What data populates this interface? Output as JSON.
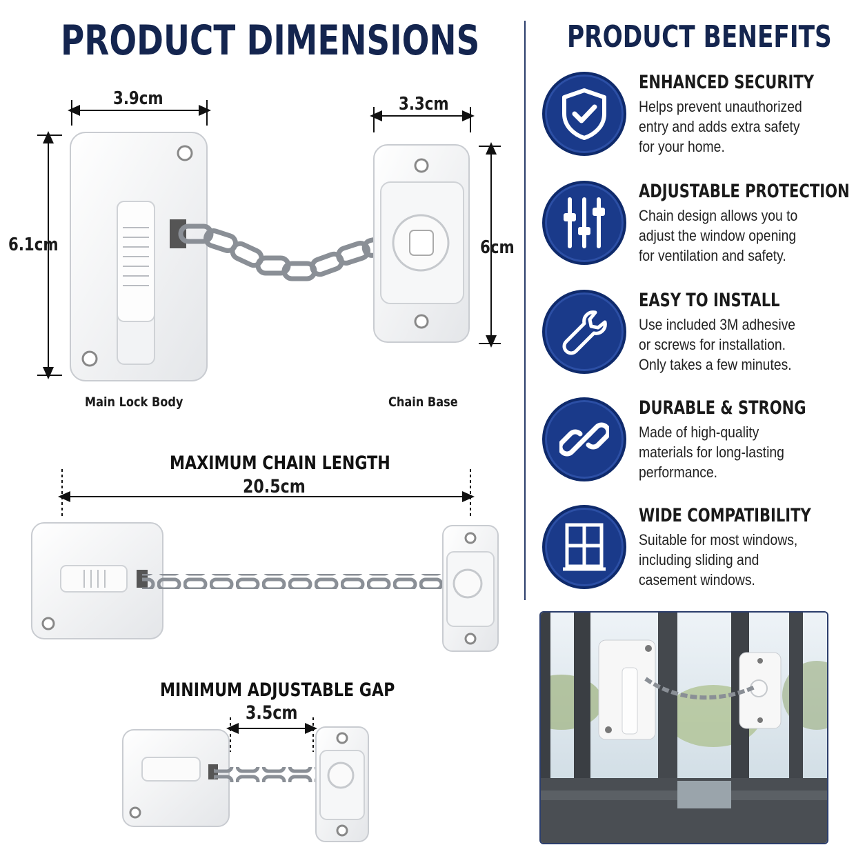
{
  "dimensions": {
    "title": "PRODUCT DIMENSIONS",
    "main_lock_width": "3.9cm",
    "main_lock_height": "6.1cm",
    "chain_base_width": "3.3cm",
    "chain_base_height": "6cm",
    "main_lock_caption": "Main Lock Body",
    "chain_base_caption": "Chain Base",
    "max_chain_label": "MAXIMUM CHAIN LENGTH",
    "max_chain_value": "20.5cm",
    "min_gap_label": "MINIMUM ADJUSTABLE GAP",
    "min_gap_value": "3.5cm"
  },
  "benefits": {
    "title": "PRODUCT BENEFITS",
    "items": [
      {
        "icon": "shield-check-icon",
        "title": "ENHANCED SECURITY",
        "lines": [
          "Helps prevent unauthorized",
          "entry and adds extra safety",
          "for your home."
        ]
      },
      {
        "icon": "sliders-icon",
        "title": "ADJUSTABLE PROTECTION",
        "lines": [
          "Chain design allows you to",
          "adjust the window opening",
          "for ventilation and safety."
        ]
      },
      {
        "icon": "wrench-icon",
        "title": "EASY TO INSTALL",
        "lines": [
          "Use included 3M adhesive",
          "or screws for installation.",
          "Only takes a few minutes."
        ]
      },
      {
        "icon": "chain-link-icon",
        "title": "DURABLE & STRONG",
        "lines": [
          "Made of high-quality",
          "materials for long-lasting",
          "performance."
        ]
      },
      {
        "icon": "window-icon",
        "title": "WIDE COMPATIBILITY",
        "lines": [
          "Suitable for most windows,",
          "including sliding and",
          "casement windows."
        ]
      }
    ]
  },
  "colors": {
    "navy": "#14254f",
    "badge_blue": "#1a3a8a",
    "chain_steel": "#8a8f96",
    "lock_white": "#f7f7f7"
  }
}
